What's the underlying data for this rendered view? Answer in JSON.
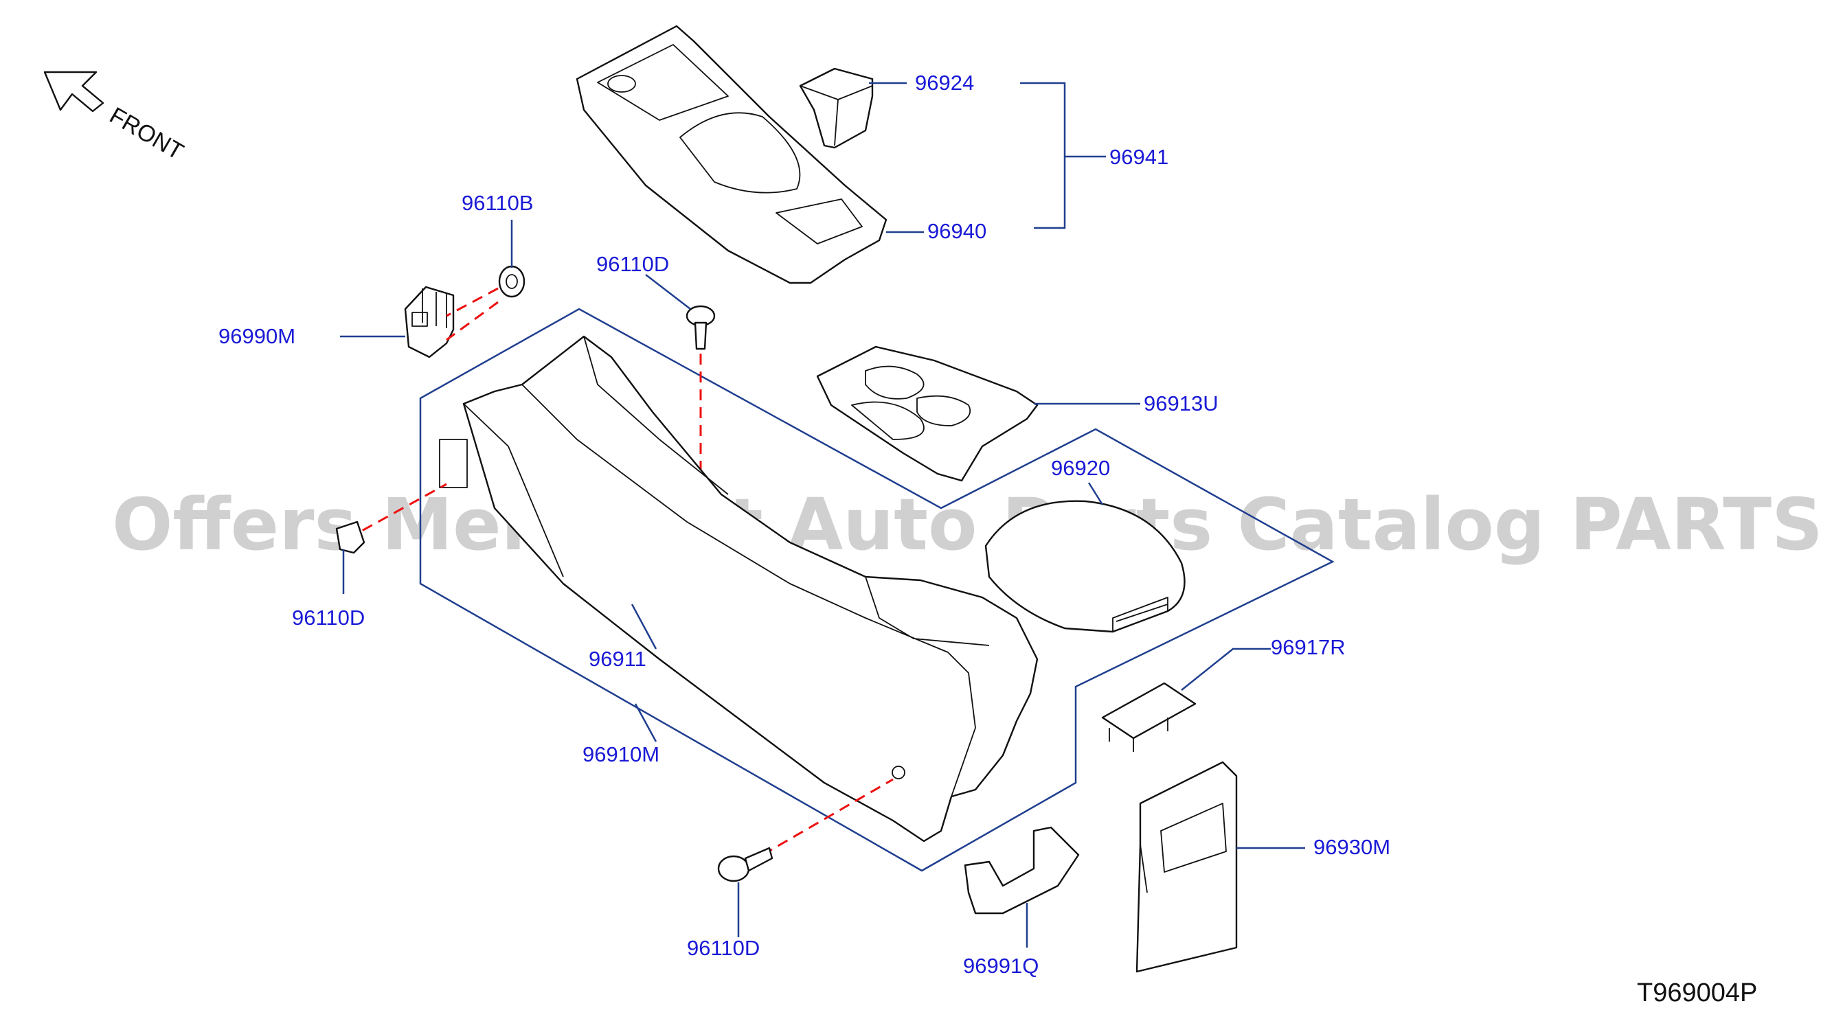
{
  "direction": {
    "label": "FRONT"
  },
  "watermark": "Offers Merchant Auto Parts Catalog PARTSTORE.SA",
  "diagram_code": "T969004P",
  "parts": {
    "p96924": "96924",
    "p96941": "96941",
    "p96940": "96940",
    "p96110B": "96110B",
    "p96110D_top": "96110D",
    "p96990M": "96990M",
    "p96913U": "96913U",
    "p96920": "96920",
    "p96110D_left": "96110D",
    "p96911": "96911",
    "p96917R": "96917R",
    "p96910M": "96910M",
    "p96930M": "96930M",
    "p96110D_bottom": "96110D",
    "p96991Q": "96991Q"
  }
}
